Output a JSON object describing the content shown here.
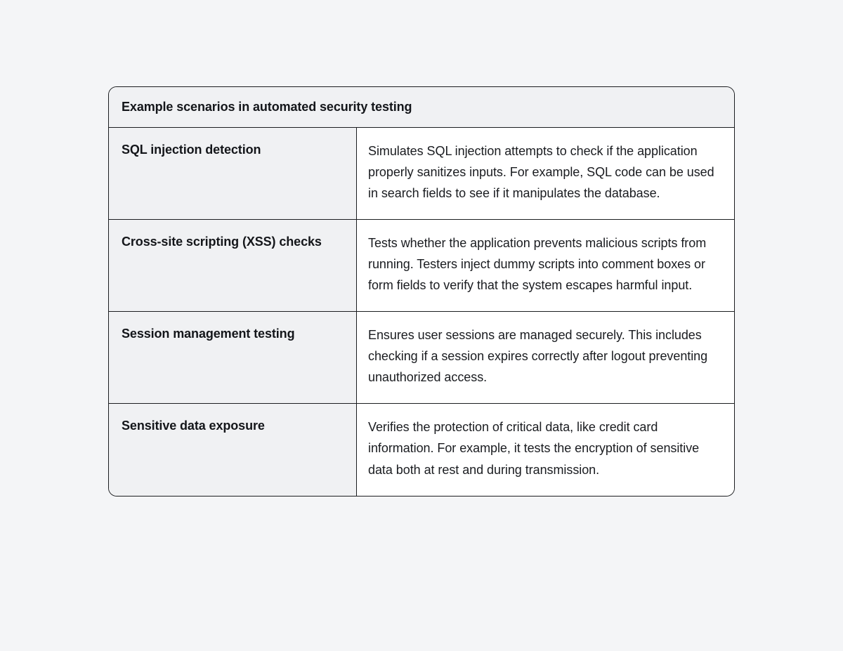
{
  "page": {
    "background_color": "#f4f5f7"
  },
  "table": {
    "border_color": "#1b1d20",
    "header_background": "#f0f1f3",
    "label_column_background": "#f0f1f3",
    "description_column_background": "#ffffff",
    "text_color": "#14161a",
    "header": {
      "title": "Example scenarios in automated security testing"
    },
    "rows": [
      {
        "label": "SQL injection detection",
        "description": "Simulates SQL injection attempts to check if the application properly sanitizes inputs. For example, SQL code can be used in search fields to see if it manipulates the database."
      },
      {
        "label": "Cross-site scripting (XSS) checks",
        "description": "Tests whether the application prevents malicious scripts from running. Testers inject dummy scripts into comment boxes or form fields to verify that the system escapes harmful input."
      },
      {
        "label": "Session management testing",
        "description": "Ensures user sessions are managed securely. This includes checking if a session expires correctly after logout preventing unauthorized access."
      },
      {
        "label": "Sensitive data exposure",
        "description": "Verifies the protection of critical data, like credit card information. For example, it tests the encryption of sensitive data both at rest and during transmission."
      }
    ]
  }
}
